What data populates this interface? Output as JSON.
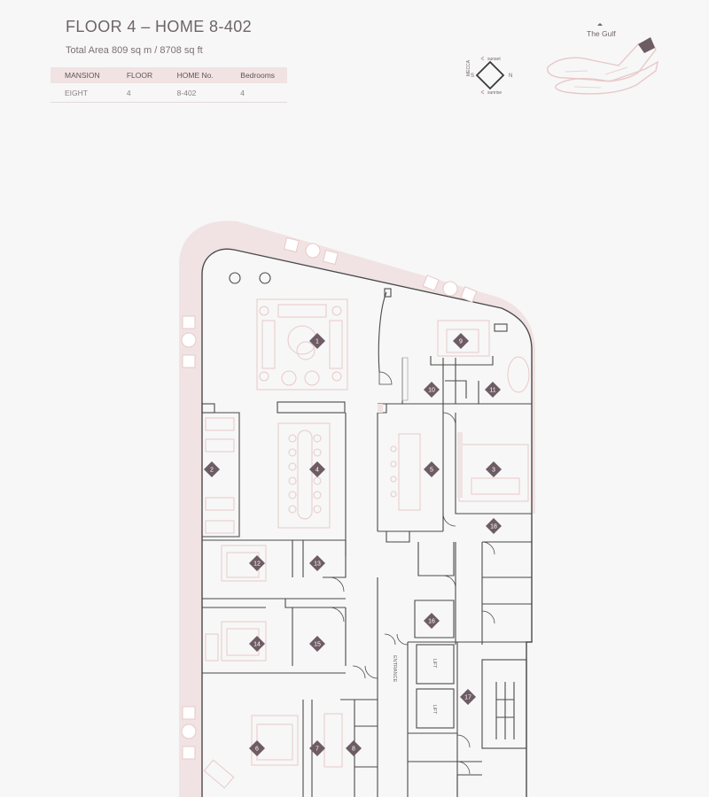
{
  "header": {
    "title": "FLOOR 4 – HOME 8-402",
    "subtitle": "Total Area 809 sq m / 8708 sq ft"
  },
  "info_table": {
    "headers": [
      "MANSION",
      "FLOOR",
      "HOME No.",
      "Bedrooms"
    ],
    "row": [
      "EIGHT",
      "4",
      "8-402",
      "4"
    ]
  },
  "compass": {
    "sunset_label": "sunset",
    "sunrise_label": "sunrise",
    "west_label": "MECCA",
    "s_letter": "S",
    "n_letter": "N"
  },
  "site_plan": {
    "label": "The Gulf",
    "highlight_color": "#6e5c64"
  },
  "plan_labels": {
    "entrance": "ENTRANCE",
    "lift1": "LIFT",
    "lift2": "LIFT"
  },
  "rooms": [
    "1",
    "2",
    "3",
    "4",
    "5",
    "6",
    "7",
    "8",
    "9",
    "10",
    "11",
    "12",
    "13",
    "14",
    "15",
    "16",
    "17",
    "18"
  ],
  "colors": {
    "marker": "#6e5c64",
    "terrace": "#f1e3e3",
    "wall": "#4a4a4a",
    "furniture": "#e8c9c9"
  }
}
